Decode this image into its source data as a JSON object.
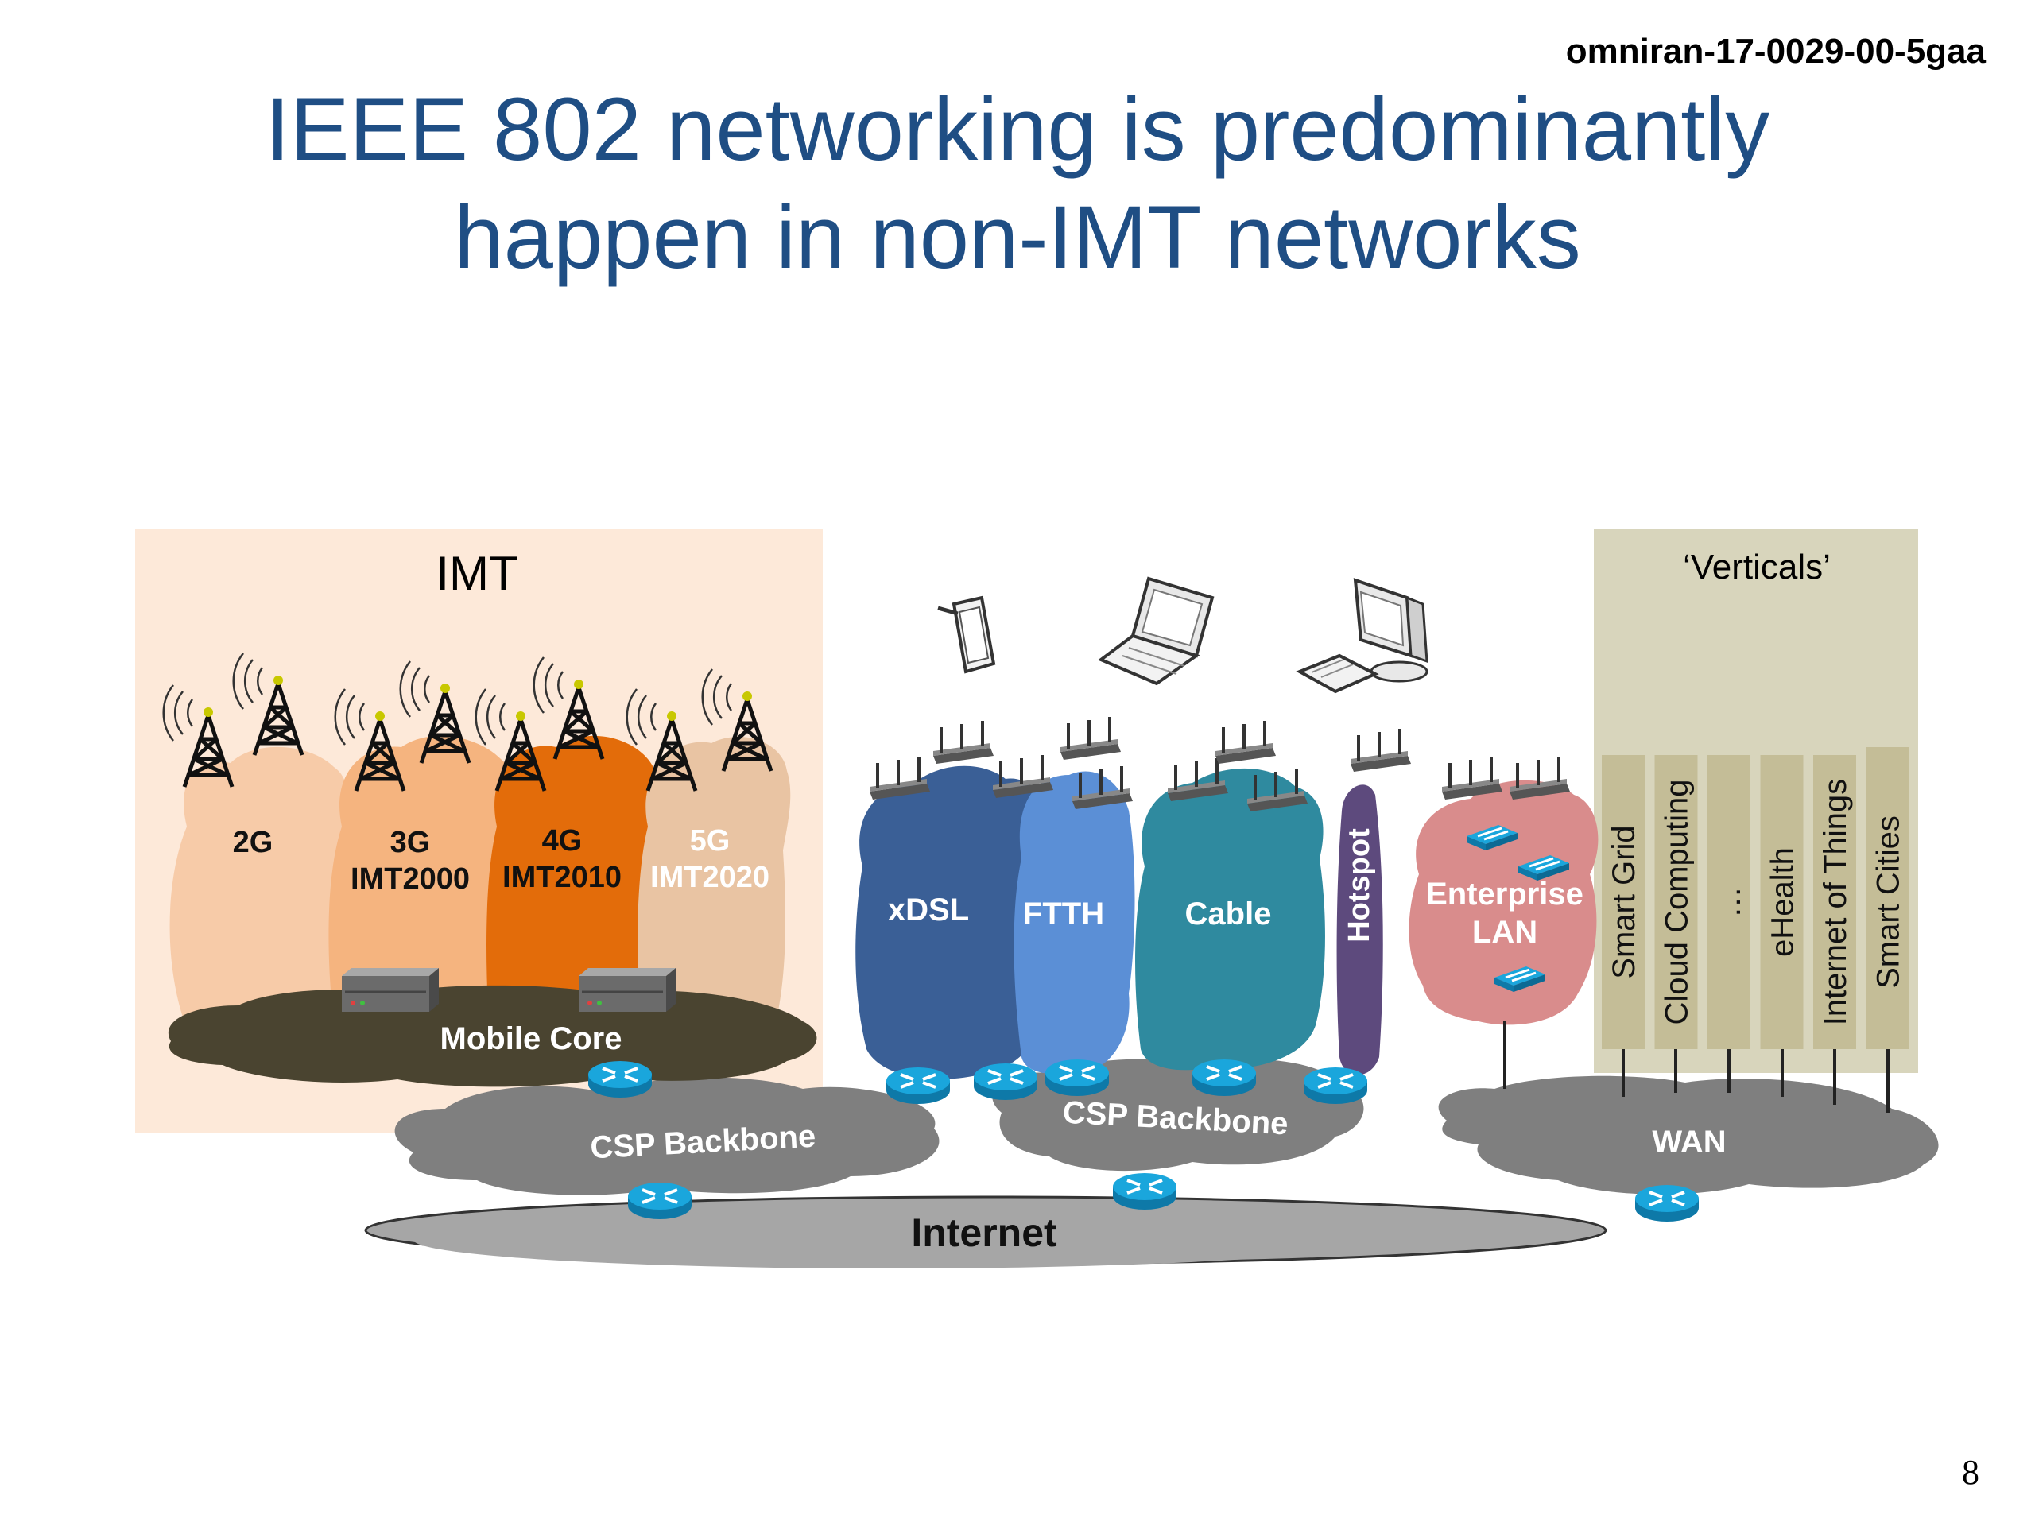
{
  "header": {
    "doc_id": "omniran-17-0029-00-5gaa",
    "title_line1": "IEEE 802 networking is predominantly",
    "title_line2": "happen in non-IMT networks",
    "page_number": "8"
  },
  "imt": {
    "label": "IMT",
    "generations": [
      {
        "line1": "2G",
        "line2": "",
        "color": "#f7cba8"
      },
      {
        "line1": "3G",
        "line2": "IMT2000",
        "color": "#f5b47f"
      },
      {
        "line1": "4G",
        "line2": "IMT2010",
        "color": "#e36c0a"
      },
      {
        "line1": "5G",
        "line2": "IMT2020",
        "color": "#e9c4a3"
      }
    ],
    "mobile_core": "Mobile Core"
  },
  "access": {
    "xdsl": "xDSL",
    "ftth": "FTTH",
    "cable": "Cable",
    "hotspot": "Hotspot",
    "enterprise_line1": "Enterprise",
    "enterprise_line2": "LAN"
  },
  "verticals": {
    "label": "‘Verticals’",
    "items": [
      "Smart Grid",
      "Cloud Computing",
      "…",
      "eHealth",
      "Internet of Things",
      "Smart Cities"
    ]
  },
  "backbones": {
    "csp_left": "CSP Backbone",
    "csp_right": "CSP Backbone",
    "wan": "WAN",
    "internet": "Internet"
  },
  "colors": {
    "title": "#1f4e84",
    "imt_bg": "#fde9d9",
    "verticals_bg": "#d8d5bc",
    "vertical_bar": "#c4bd97",
    "xdsl": "#3a5f96",
    "ftth": "#5b8fd6",
    "cable": "#2f8a9f",
    "hotspot": "#5d4a7d",
    "enterprise": "#d98c8c",
    "core": "#4a4430",
    "backbone": "#7f7f7f",
    "internet": "#a6a6a6",
    "router": "#1a9fd6"
  }
}
